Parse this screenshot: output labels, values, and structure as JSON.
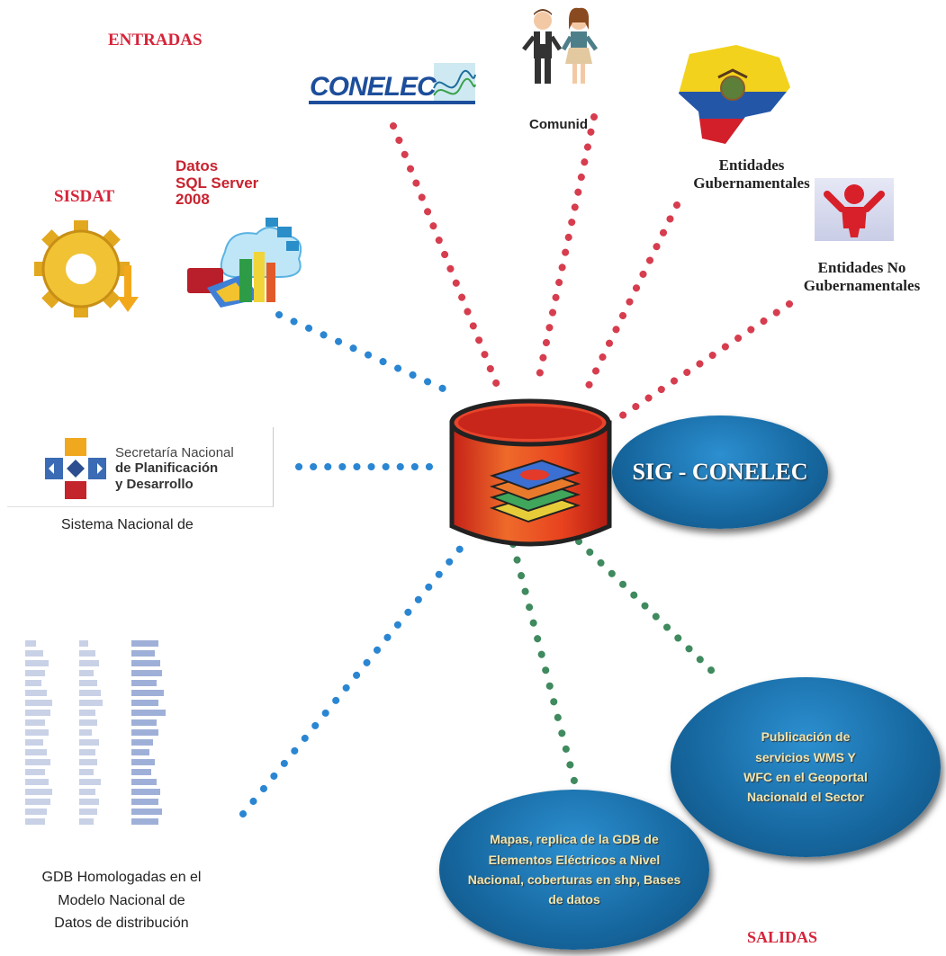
{
  "headings": {
    "entradas": "ENTRADAS",
    "salidas": "SALIDAS"
  },
  "inputs": {
    "conelec_logo": "CONELEC",
    "comunidad": "Comunid",
    "entidades_gub": [
      "Entidades",
      "Gubernamentales"
    ],
    "entidades_no_gub": [
      "Entidades No",
      "Gubernamentales"
    ],
    "sisdat": "SISDAT",
    "datos_sql": [
      "Datos",
      "SQL Server",
      "2008"
    ],
    "senplades_logo": [
      "Secretaría Nacional",
      "de Planificación",
      "y Desarrollo"
    ],
    "senplades_caption": "Sistema Nacional de",
    "gdb_caption": [
      "GDB Homologadas en el",
      "Modelo Nacional de",
      "Datos de distribución"
    ]
  },
  "center": {
    "title": "SIG - CONELEC"
  },
  "outputs": {
    "publicacion": [
      "Publicación de",
      "servicios WMS Y",
      "WFC  en el Geoportal",
      "Nacionald el Sector"
    ],
    "mapas": [
      "Mapas, replica de la GDB de",
      "Elementos Eléctricos a Nivel",
      "Nacional, coberturas en shp, Bases",
      "de datos"
    ]
  },
  "colors": {
    "red_dots": "#d63d4e",
    "blue_dots": "#2a86d2",
    "green_dots": "#3f8a5e",
    "ellipse": "#16679f",
    "heading": "#d6243a"
  },
  "icons": [
    "conelec-logo",
    "people-icon",
    "ecuador-map-icon",
    "red-person-icon",
    "gear-icon",
    "database-cloud-icon",
    "senplades-logo",
    "cylinder-database-icon",
    "gdb-table-thumbnail"
  ]
}
